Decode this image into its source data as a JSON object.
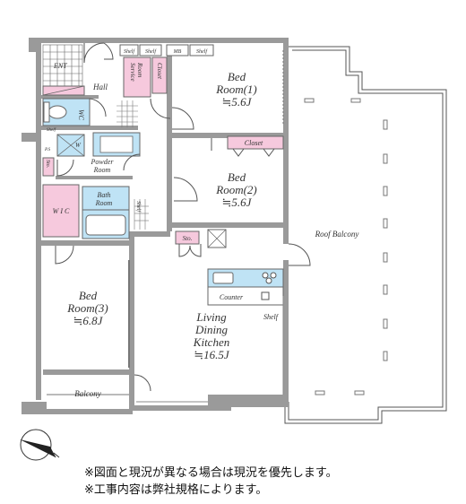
{
  "rooms": {
    "bed1_name": "Bed",
    "bed1_num": "Room(1)",
    "bed1_size": "≒5.6J",
    "bed2_name": "Bed",
    "bed2_num": "Room(2)",
    "bed2_size": "≒5.6J",
    "bed3_name": "Bed",
    "bed3_num": "Room(3)",
    "bed3_size": "≒6.8J",
    "ldk_l1": "Living",
    "ldk_l2": "Dining",
    "ldk_l3": "Kitchen",
    "ldk_size": "≒16.5J",
    "roof_balcony": "Roof Balcony",
    "balcony": "Balcony",
    "entrance": "ENT",
    "hall": "Hall",
    "wc": "WC",
    "wic": "W I C",
    "powder1": "Powder",
    "powder2": "Room",
    "bath1": "Bath",
    "bath2": "Room",
    "service1": "Service",
    "service2": "Room",
    "closet_v": "Closet",
    "closet_h": "Closet",
    "counter": "Counter",
    "shelf_kitchen": "Shelf",
    "sto": "Sto.",
    "sto_v": "Sto.",
    "shelf1": "Shelf",
    "shelf2": "Shelf",
    "mb": "MB",
    "shelf3": "Shelf",
    "shelf_v": "Shelf",
    "shelf_small": "Shelf",
    "washer": "W",
    "ps": "P.S"
  },
  "notes": {
    "line1": "※図面と現況が異なる場合は現況を優先します。",
    "line2": "※工事内容は弊社規格によります。"
  },
  "colors": {
    "wall": "#9a9a9a",
    "pink": "#f6c9dd",
    "blue": "#bfe3f5"
  }
}
